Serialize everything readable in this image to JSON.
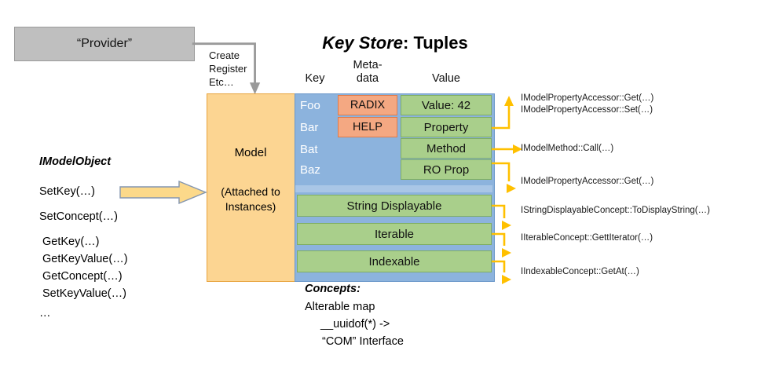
{
  "provider": {
    "label": "“Provider”",
    "connector_caption": [
      "Create",
      "Register",
      "Etc…"
    ]
  },
  "title": {
    "emphasis": "Key Store",
    "rest": ": Tuples"
  },
  "columns": {
    "key": "Key",
    "metadata": "Meta-\ndata",
    "metadata_line1": "Meta-",
    "metadata_line2": "data",
    "value": "Value"
  },
  "model": {
    "label": "Model",
    "sublabel_line1": "(Attached to",
    "sublabel_line2": "Instances)"
  },
  "keystore": {
    "keys": [
      "Foo",
      "Bar",
      "Bat",
      "Baz"
    ],
    "metadata": [
      "RADIX",
      "HELP"
    ],
    "values": [
      "Value: 42",
      "Property",
      "Method",
      "RO Prop"
    ],
    "concept_rows": [
      "String Displayable",
      "Iterable",
      "Indexable"
    ]
  },
  "api_labels": [
    {
      "lines": [
        "IModelPropertyAccessor::Get(…)",
        "IModelPropertyAccessor::Set(…)"
      ]
    },
    {
      "lines": [
        "IModelMethod::Call(…)"
      ]
    },
    {
      "lines": [
        "IModelPropertyAccessor::Get(…)"
      ]
    },
    {
      "lines": [
        "IStringDisplayableConcept::ToDisplayString(…)"
      ]
    },
    {
      "lines": [
        "IIterableConcept::GettIterator(…)"
      ]
    },
    {
      "lines": [
        "IIndexableConcept::GetAt(…)"
      ]
    }
  ],
  "imodelobject": {
    "title": "IModelObject",
    "methods": [
      {
        "text": "SetKey(…)",
        "indent": false
      },
      {
        "text": "SetConcept(…)",
        "indent": false
      },
      {
        "text": "GetKey(…)",
        "indent": true
      },
      {
        "text": "GetKeyValue(…)",
        "indent": true
      },
      {
        "text": "GetConcept(…)",
        "indent": true
      },
      {
        "text": "SetKeyValue(…)",
        "indent": true
      },
      {
        "text": "…",
        "indent": false
      }
    ]
  },
  "concepts": {
    "title": "Concepts:",
    "lines": [
      {
        "text": "Alterable map",
        "indent": 0
      },
      {
        "text": "__uuidof(*) ->",
        "indent": 1
      },
      {
        "text": "“COM” Interface",
        "indent": 2
      }
    ]
  },
  "colors": {
    "provider_fill": "#bfbfbf",
    "model_fill": "#fcd592",
    "keystore_fill": "#8cb3dd",
    "metadata_fill": "#f4a882",
    "value_fill": "#a9cf8b",
    "connector_yellow": "#ffc000",
    "connector_gray": "#9a9a9a"
  }
}
